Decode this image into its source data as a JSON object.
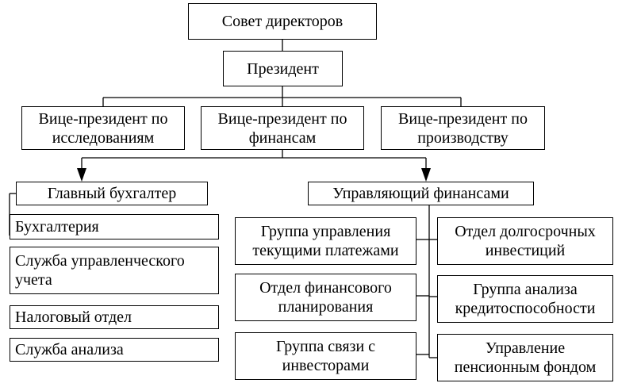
{
  "colors": {
    "line": "#000000",
    "box_border": "#000000",
    "background": "#ffffff"
  },
  "nodes": {
    "board": "Совет директоров",
    "president": "Президент",
    "vp_research": "Вице-президент по\nисследованиям",
    "vp_finance": "Вице-президент по\nфинансам",
    "vp_production": "Вице-президент по\nпроизводству",
    "chief_accountant": "Главный бухгалтер",
    "finance_manager": "Управляющий финансами",
    "accounting": "Бухгалтерия",
    "management_accounting": "Служба управленческого\nучета",
    "tax_department": "Налоговый отдел",
    "analysis_service": "Служба анализа",
    "current_payments_group": "Группа управления\nтекущими платежами",
    "financial_planning": "Отдел финансового\nпланирования",
    "investor_relations": "Группа связи с\nинвесторами",
    "long_term_investments": "Отдел долгосрочных\nинвестиций",
    "credit_analysis": "Группа анализа\nкредитоспособности",
    "pension_fund": "Управление\nпенсионным фондом"
  }
}
